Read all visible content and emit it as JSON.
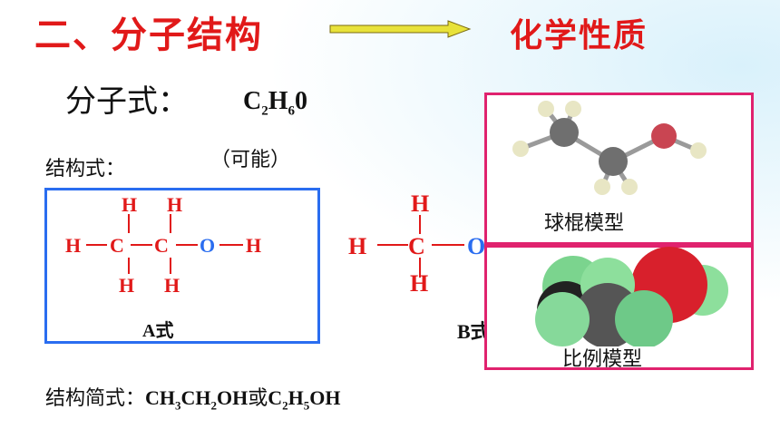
{
  "header": {
    "title": "二、分子结构",
    "subtitle": "化学性质"
  },
  "molecular_formula": {
    "label": "分子式：",
    "C": "C",
    "C_sub": "2",
    "H": "H",
    "H_sub": "6",
    "O": "0"
  },
  "structural": {
    "label": "结构式：",
    "note": "（可能）",
    "atoms": {
      "H": "H",
      "C": "C",
      "O": "O"
    },
    "formula_a_label": "A式",
    "formula_b_label": "B式"
  },
  "models": {
    "ball_stick_label": "球棍模型",
    "space_fill_label": "比例模型"
  },
  "condensed": {
    "label": "结构简式：",
    "part1": "CH",
    "sub1": "3",
    "part2": "CH",
    "sub2": "2",
    "part3": "OH",
    "connector": "或",
    "part4": "C",
    "sub4": "2",
    "part5": "H",
    "sub5": "5",
    "part6": "OH"
  },
  "colors": {
    "red": "#e11919",
    "blue": "#2a6df0",
    "pink": "#e0226e",
    "arrow": "#e8e23a"
  }
}
